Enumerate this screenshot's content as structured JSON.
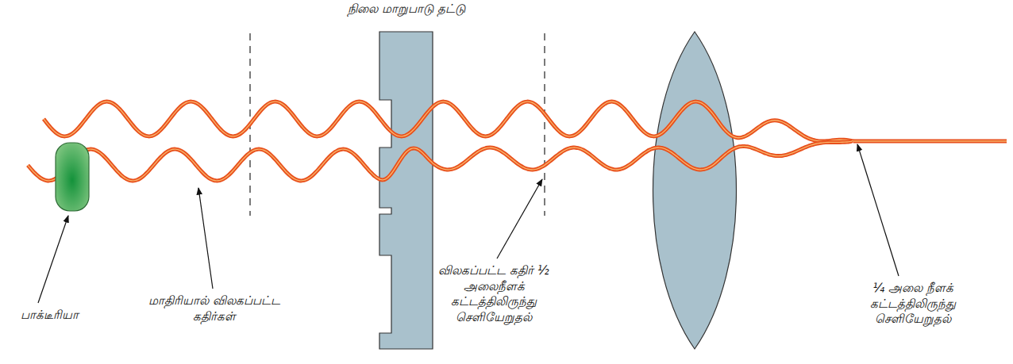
{
  "diagram": {
    "labels": [
      "நிலை மாறுபாடு தட்டு",
      "பாக்டீரியா",
      "மாதிரியால் விலகப்பட்ட கதிர்கள்",
      "விலகப்பட்ட கதிர் ½ அலைநீளக் கட்டத்திலிருந்து செளியேறுதல்",
      "¼ அலை நீளக் கட்டத்திலிருந்து செளியேறுதல்"
    ]
  }
}
